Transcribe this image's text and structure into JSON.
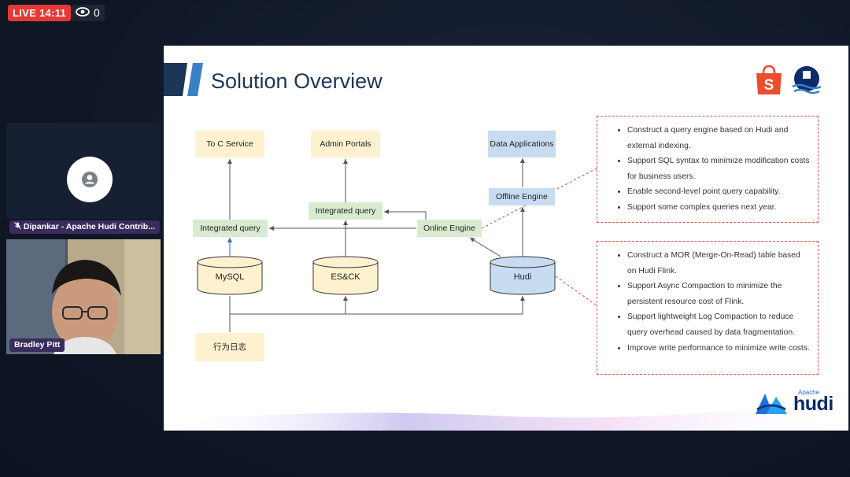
{
  "stream": {
    "live_label": "LIVE 14:11",
    "viewer_count": "0",
    "participant_1_name": "Dipankar - Apache Hudi Contrib...",
    "participant_2_name": "Bradley Pitt"
  },
  "slide": {
    "title": "Solution Overview",
    "boxes": {
      "to_c_service": "To C Service",
      "admin_portals": "Admin Portals",
      "data_applications": "Data Applications",
      "offline_engine": "Offline Engine",
      "integrated_query_1": "Integrated query",
      "integrated_query_2": "Integrated query",
      "online_engine": "Online Engine",
      "behavior_log": "行为日志"
    },
    "databases": {
      "mysql": "MySQL",
      "esck": "ES&CK",
      "hudi": "Hudi"
    },
    "note_top": [
      "Construct a query engine based on Hudi and external indexing.",
      "Support SQL syntax to minimize modification costs for business users.",
      "Enable second-level point query capability.",
      "Support some complex queries next year."
    ],
    "note_bottom": [
      "Construct a MOR (Merge-On-Read) table based on Hudi Flink.",
      "Support Async Compaction to minimize the persistent resource cost of Flink.",
      "Support lightweight Log Compaction to reduce query overhead caused by data fragmentation.",
      "Improve write performance to minimize write costs."
    ],
    "logo_hudi_small": "Apache",
    "logo_hudi": "hudi"
  },
  "colors": {
    "live_red": "#e53935",
    "title_blue": "#1d3557",
    "accent_blue": "#2b6cb0",
    "note_border": "#d9534f",
    "shopee_orange": "#ee4d2d"
  }
}
